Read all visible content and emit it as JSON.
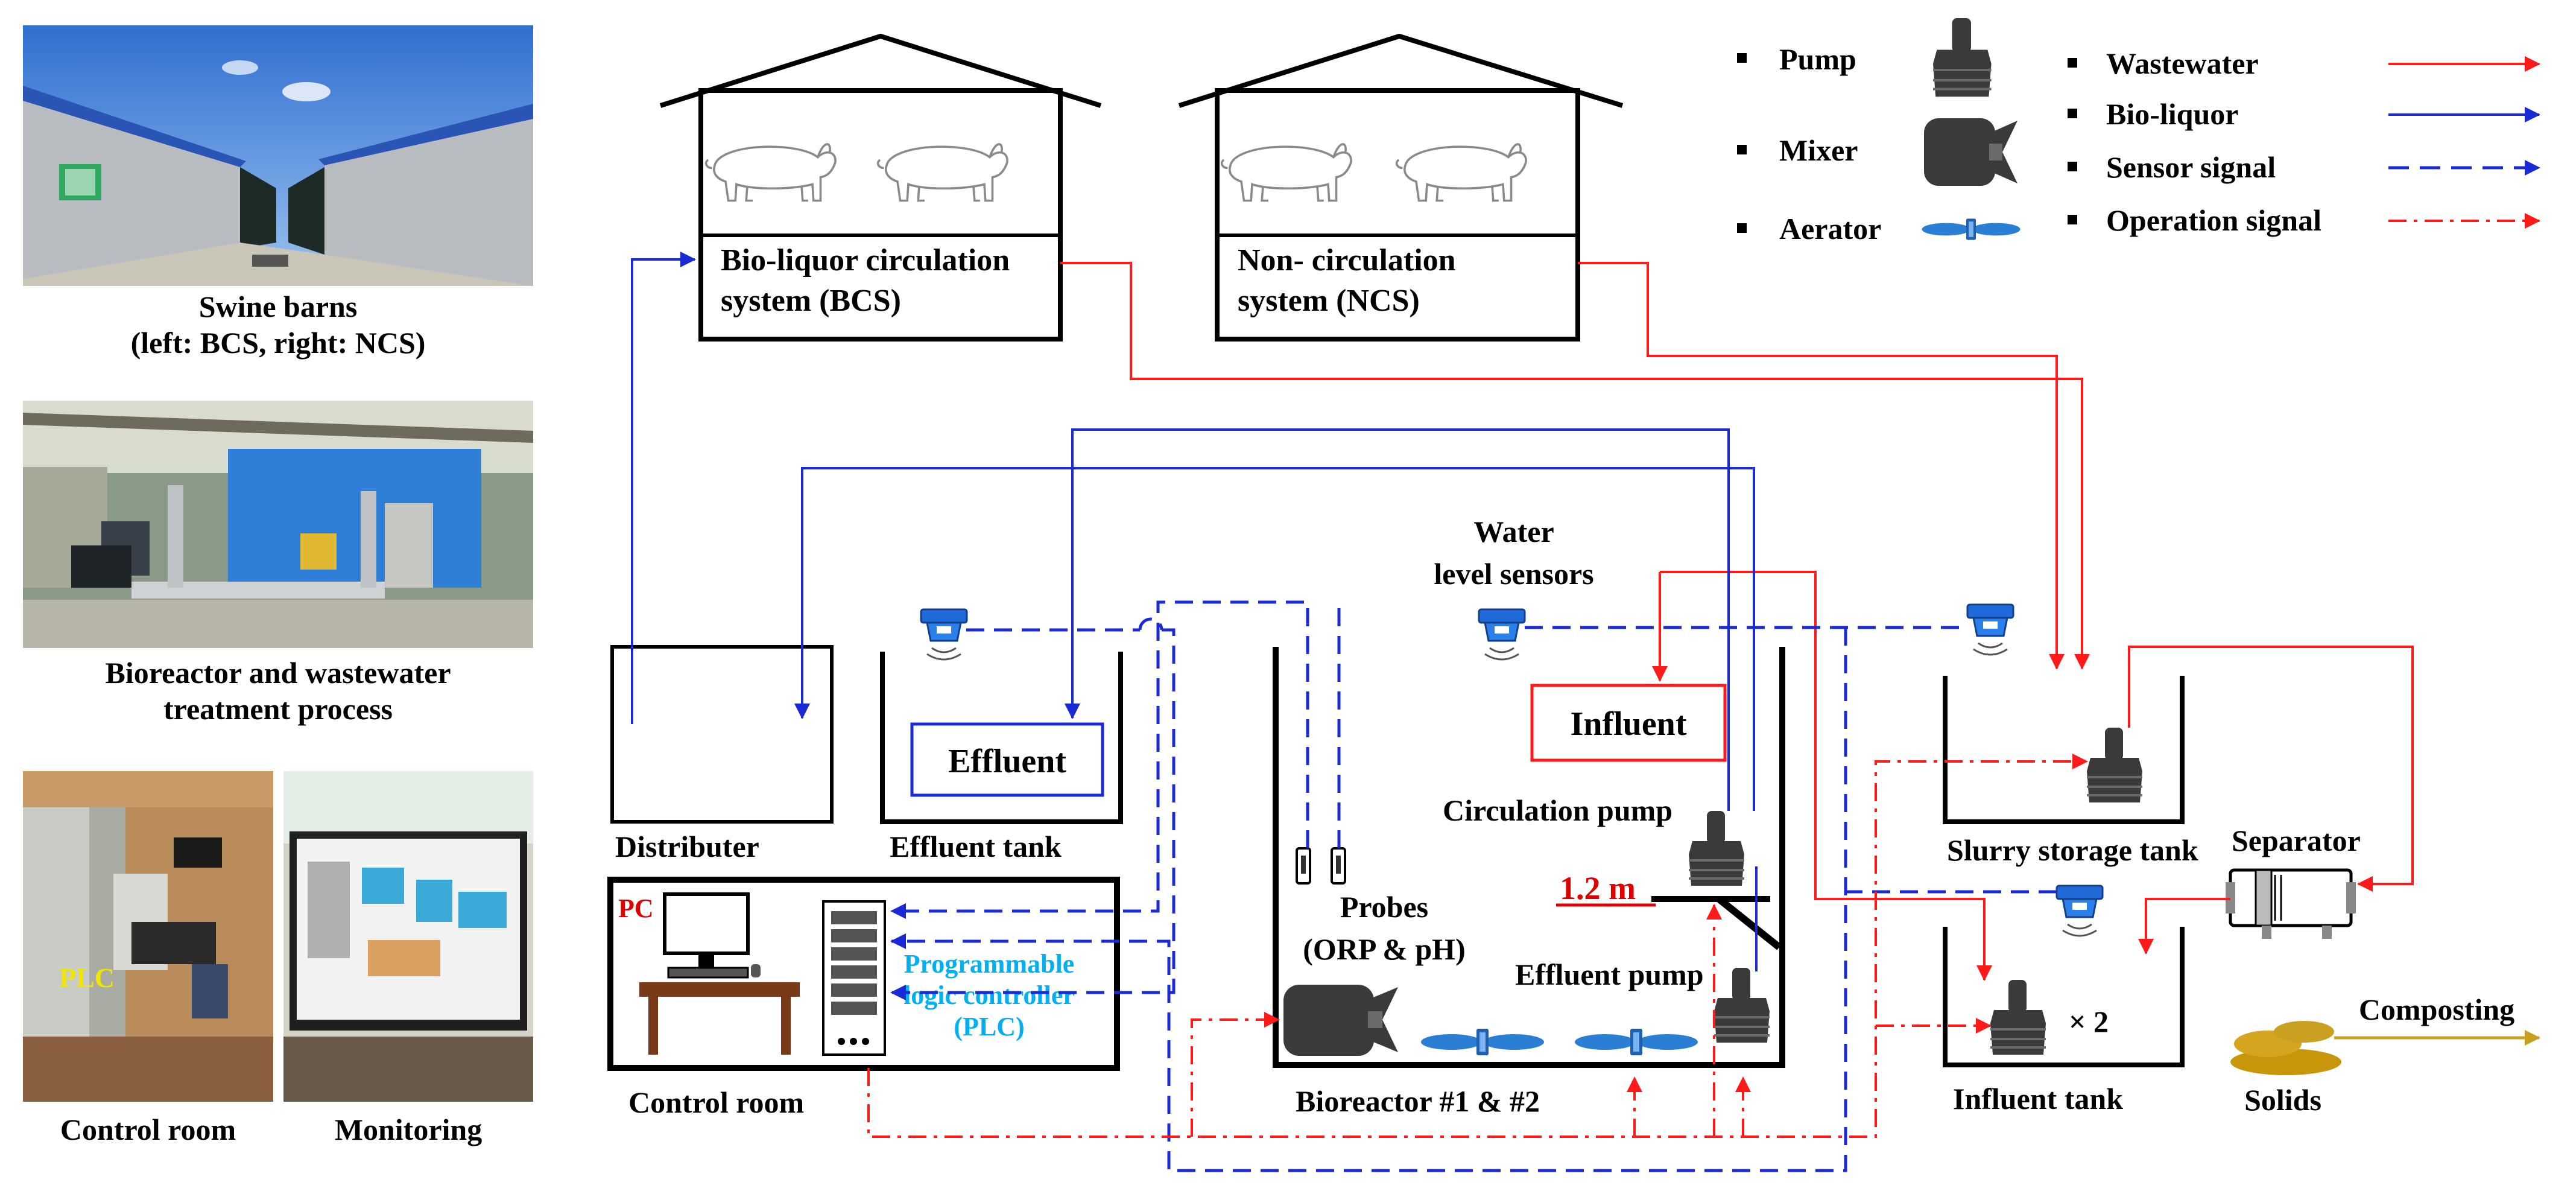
{
  "photos": {
    "barns": {
      "caption_line1": "Swine barns",
      "caption_line2": "(left: BCS, right: NCS)"
    },
    "plant": {
      "caption_line1": "Bioreactor and wastewater",
      "caption_line2": "treatment process"
    },
    "control_room": {
      "caption": "Control room",
      "plc_label": "PLC"
    },
    "monitoring": {
      "caption": "Monitoring"
    }
  },
  "legend": {
    "items": [
      {
        "label": "Pump",
        "icon": "pump-icon"
      },
      {
        "label": "Mixer",
        "icon": "mixer-icon"
      },
      {
        "label": "Aerator",
        "icon": "aerator-icon"
      }
    ],
    "lines": [
      {
        "label": "Wastewater",
        "style": "solid",
        "color": "#ff1a1a"
      },
      {
        "label": "Bio-liquor",
        "style": "solid",
        "color": "#1a2bd6"
      },
      {
        "label": "Sensor signal",
        "style": "dashed",
        "color": "#1a2bd6"
      },
      {
        "label": "Operation signal",
        "style": "dash-dot",
        "color": "#ff1a1a"
      }
    ]
  },
  "barns": {
    "bcs": {
      "line1": "Bio-liquor circulation",
      "line2": "system (BCS)"
    },
    "ncs": {
      "line1": "Non- circulation",
      "line2": "system (NCS)"
    }
  },
  "components": {
    "distributer": "Distributer",
    "effluent_tank": "Effluent tank",
    "effluent_box": "Effluent",
    "water_level_sensors_line1": "Water",
    "water_level_sensors_line2": "level sensors",
    "influent_box": "Influent",
    "circulation_pump": "Circulation pump",
    "level_value": "1.2 m",
    "effluent_pump": "Effluent pump",
    "probes_line1": "Probes",
    "probes_line2": "(ORP & pH)",
    "bioreactor": "Bioreactor #1 & #2",
    "slurry_tank": "Slurry storage tank",
    "separator": "Separator",
    "influent_tank": "Influent tank",
    "times_two": "× 2",
    "composting": "Composting",
    "solids": "Solids",
    "control_room": "Control room",
    "pc": "PC",
    "plc_line1": "Programmable",
    "plc_line2": "logic controller",
    "plc_line3": "(PLC)"
  },
  "colors": {
    "wastewater": "#ff1a1a",
    "bio_liquor": "#1a2bd6",
    "plc_text": "#00b0f0",
    "level_text": "#e00000",
    "composting_arrow": "#c8a020"
  }
}
